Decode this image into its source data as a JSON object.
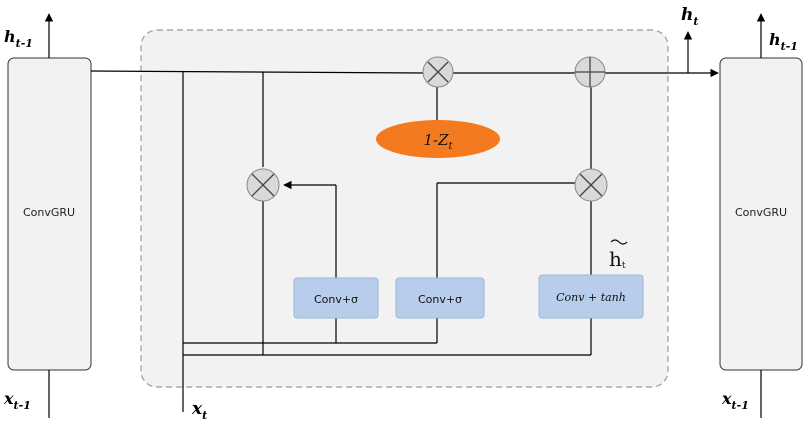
{
  "left_cell": {
    "label": "ConvGRU",
    "out_label": "h",
    "out_sub": "t-1",
    "in_label": "x",
    "in_sub": "t-1"
  },
  "right_cell": {
    "label": "ConvGRU",
    "out_label": "h",
    "out_sub": "t-1",
    "in_label": "x",
    "in_sub": "t-1"
  },
  "center": {
    "output_label": "h",
    "output_sub": "t",
    "input_label": "x",
    "input_sub": "t",
    "update_gate": {
      "prefix": "1-Z",
      "sub": "t",
      "color": "#f47a20"
    },
    "candidate_label": "h",
    "candidate_sub": "t",
    "conv_reset": "Conv+σ",
    "conv_update": "Conv+σ",
    "conv_candidate": "Conv + tanh",
    "conv_box_color": "#b7cdeb",
    "gate_circle_color": "#d9d9d9",
    "panel_color": "#f2f2f2"
  }
}
